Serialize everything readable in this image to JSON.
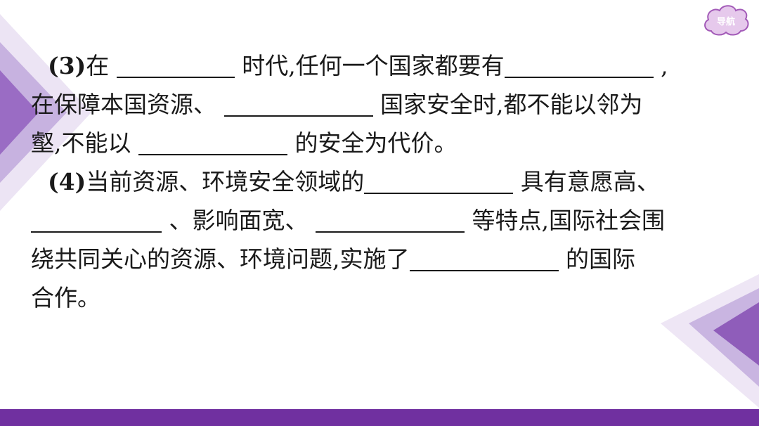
{
  "nav": {
    "label": "导航",
    "fill": "#e6c9ec",
    "stroke": "#9b59b6"
  },
  "colors": {
    "accent": "#7030a0",
    "deco_light": "#e2d6ee",
    "deco_mid": "#b49bd2",
    "deco_dark": "#8e5ab9"
  },
  "question3": {
    "number": "(3)",
    "t1": "在 ",
    "t2": " 时代,任何一个国家都要有",
    "t3": " ,",
    "t4": "在保障本国资源、 ",
    "t5": " 国家安全时,都不能以邻为",
    "t6": "壑,不能以 ",
    "t7": " 的安全为代价。"
  },
  "question4": {
    "number": "(4)",
    "t1": "当前资源、环境安全领域的",
    "t2": " 具有意愿高、",
    "t3": " 、影响面宽、 ",
    "t4": " 等特点,国际社会围",
    "t5": "绕共同关心的资源、环境问题,实施了",
    "t6": " 的国际",
    "t7": "合作。"
  }
}
